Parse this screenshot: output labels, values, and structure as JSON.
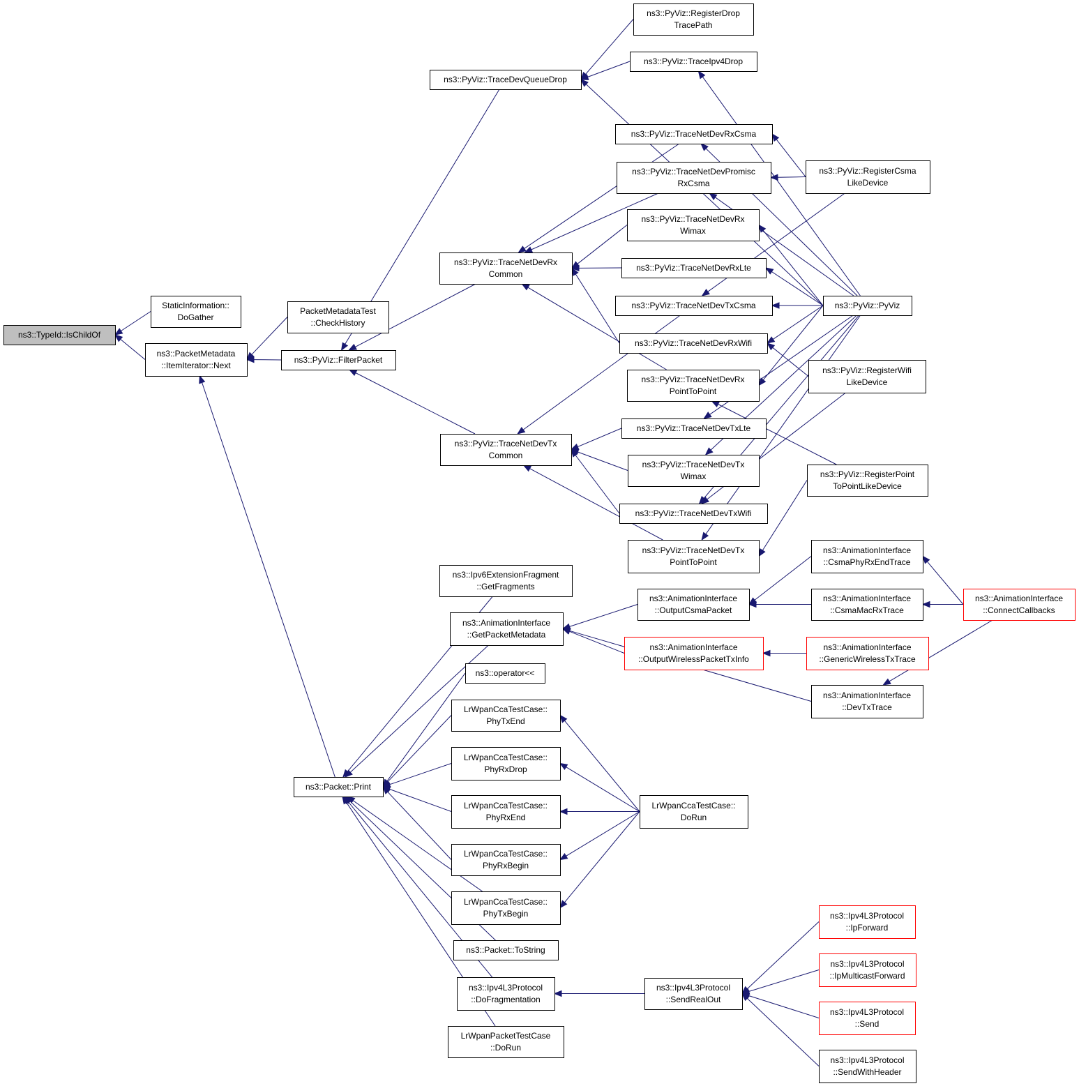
{
  "colors": {
    "edge": "#191970",
    "border": "#000000",
    "truncated_border": "#ff0000",
    "root_fill": "#bfbfbf",
    "node_fill": "#ffffff"
  },
  "nodes": [
    {
      "id": "isChildOf",
      "lines": [
        "ns3::TypeId::IsChildOf"
      ],
      "root": true
    },
    {
      "id": "doGather",
      "lines": [
        "StaticInformation::",
        "DoGather"
      ]
    },
    {
      "id": "next",
      "lines": [
        "ns3::PacketMetadata",
        "::ItemIterator::Next"
      ]
    },
    {
      "id": "checkHistory",
      "lines": [
        "PacketMetadataTest",
        "::CheckHistory"
      ]
    },
    {
      "id": "filterPacket",
      "lines": [
        "ns3::PyViz::FilterPacket"
      ]
    },
    {
      "id": "traceDevQueueDrop",
      "lines": [
        "ns3::PyViz::TraceDevQueueDrop"
      ]
    },
    {
      "id": "registerDropTracePath",
      "lines": [
        "ns3::PyViz::RegisterDrop",
        "TracePath"
      ]
    },
    {
      "id": "traceIpv4Drop",
      "lines": [
        "ns3::PyViz::TraceIpv4Drop"
      ]
    },
    {
      "id": "rxCommon",
      "lines": [
        "ns3::PyViz::TraceNetDevRx",
        "Common"
      ]
    },
    {
      "id": "txCommon",
      "lines": [
        "ns3::PyViz::TraceNetDevTx",
        "Common"
      ]
    },
    {
      "id": "rxCsma",
      "lines": [
        "ns3::PyViz::TraceNetDevRxCsma"
      ]
    },
    {
      "id": "promiscRxCsma",
      "lines": [
        "ns3::PyViz::TraceNetDevPromisc",
        "RxCsma"
      ]
    },
    {
      "id": "rxWimax",
      "lines": [
        "ns3::PyViz::TraceNetDevRx",
        "Wimax"
      ]
    },
    {
      "id": "rxLte",
      "lines": [
        "ns3::PyViz::TraceNetDevRxLte"
      ]
    },
    {
      "id": "txCsma",
      "lines": [
        "ns3::PyViz::TraceNetDevTxCsma"
      ]
    },
    {
      "id": "rxWifi",
      "lines": [
        "ns3::PyViz::TraceNetDevRxWifi"
      ]
    },
    {
      "id": "rxP2P",
      "lines": [
        "ns3::PyViz::TraceNetDevRx",
        "PointToPoint"
      ]
    },
    {
      "id": "txLte",
      "lines": [
        "ns3::PyViz::TraceNetDevTxLte"
      ]
    },
    {
      "id": "txWimax",
      "lines": [
        "ns3::PyViz::TraceNetDevTx",
        "Wimax"
      ]
    },
    {
      "id": "txWifi",
      "lines": [
        "ns3::PyViz::TraceNetDevTxWifi"
      ]
    },
    {
      "id": "txP2P",
      "lines": [
        "ns3::PyViz::TraceNetDevTx",
        "PointToPoint"
      ]
    },
    {
      "id": "registerCsma",
      "lines": [
        "ns3::PyViz::RegisterCsma",
        "LikeDevice"
      ]
    },
    {
      "id": "pyViz",
      "lines": [
        "ns3::PyViz::PyViz"
      ]
    },
    {
      "id": "registerWifi",
      "lines": [
        "ns3::PyViz::RegisterWifi",
        "LikeDevice"
      ]
    },
    {
      "id": "registerP2P",
      "lines": [
        "ns3::PyViz::RegisterPoint",
        "ToPointLikeDevice"
      ]
    },
    {
      "id": "getFragments",
      "lines": [
        "ns3::Ipv6ExtensionFragment",
        "::GetFragments"
      ]
    },
    {
      "id": "getPacketMetadata",
      "lines": [
        "ns3::AnimationInterface",
        "::GetPacketMetadata"
      ]
    },
    {
      "id": "operatorLL",
      "lines": [
        "ns3::operator<<"
      ]
    },
    {
      "id": "phyTxEnd",
      "lines": [
        "LrWpanCcaTestCase::",
        "PhyTxEnd"
      ]
    },
    {
      "id": "phyRxDrop",
      "lines": [
        "LrWpanCcaTestCase::",
        "PhyRxDrop"
      ]
    },
    {
      "id": "phyRxEnd",
      "lines": [
        "LrWpanCcaTestCase::",
        "PhyRxEnd"
      ]
    },
    {
      "id": "phyRxBegin",
      "lines": [
        "LrWpanCcaTestCase::",
        "PhyRxBegin"
      ]
    },
    {
      "id": "phyTxBegin",
      "lines": [
        "LrWpanCcaTestCase::",
        "PhyTxBegin"
      ]
    },
    {
      "id": "toString",
      "lines": [
        "ns3::Packet::ToString"
      ]
    },
    {
      "id": "doFragmentation",
      "lines": [
        "ns3::Ipv4L3Protocol",
        "::DoFragmentation"
      ]
    },
    {
      "id": "lrWpanPacketDoRun",
      "lines": [
        "LrWpanPacketTestCase",
        "::DoRun"
      ]
    },
    {
      "id": "packetPrint",
      "lines": [
        "ns3::Packet::Print"
      ]
    },
    {
      "id": "outputCsmaPacket",
      "lines": [
        "ns3::AnimationInterface",
        "::OutputCsmaPacket"
      ]
    },
    {
      "id": "outputWirelessPacketTxInfo",
      "lines": [
        "ns3::AnimationInterface",
        "::OutputWirelessPacketTxInfo"
      ],
      "truncated": true
    },
    {
      "id": "csmaPhyRxEndTrace",
      "lines": [
        "ns3::AnimationInterface",
        "::CsmaPhyRxEndTrace"
      ]
    },
    {
      "id": "csmaMacRxTrace",
      "lines": [
        "ns3::AnimationInterface",
        "::CsmaMacRxTrace"
      ]
    },
    {
      "id": "genericWirelessTxTrace",
      "lines": [
        "ns3::AnimationInterface",
        "::GenericWirelessTxTrace"
      ],
      "truncated": true
    },
    {
      "id": "devTxTrace",
      "lines": [
        "ns3::AnimationInterface",
        "::DevTxTrace"
      ]
    },
    {
      "id": "connectCallbacks",
      "lines": [
        "ns3::AnimationInterface",
        "::ConnectCallbacks"
      ],
      "truncated": true
    },
    {
      "id": "lrWpanCcaDoRun",
      "lines": [
        "LrWpanCcaTestCase::",
        "DoRun"
      ]
    },
    {
      "id": "sendRealOut",
      "lines": [
        "ns3::Ipv4L3Protocol",
        "::SendRealOut"
      ]
    },
    {
      "id": "ipForward",
      "lines": [
        "ns3::Ipv4L3Protocol",
        "::IpForward"
      ],
      "truncated": true
    },
    {
      "id": "ipMulticastForward",
      "lines": [
        "ns3::Ipv4L3Protocol",
        "::IpMulticastForward"
      ],
      "truncated": true
    },
    {
      "id": "send",
      "lines": [
        "ns3::Ipv4L3Protocol",
        "::Send"
      ],
      "truncated": true
    },
    {
      "id": "sendWithHeader",
      "lines": [
        "ns3::Ipv4L3Protocol",
        "::SendWithHeader"
      ]
    }
  ],
  "edges": [
    [
      "doGather",
      "isChildOf"
    ],
    [
      "next",
      "isChildOf"
    ],
    [
      "checkHistory",
      "next"
    ],
    [
      "filterPacket",
      "next"
    ],
    [
      "packetPrint",
      "next"
    ],
    [
      "traceDevQueueDrop",
      "filterPacket"
    ],
    [
      "rxCommon",
      "filterPacket"
    ],
    [
      "txCommon",
      "filterPacket"
    ],
    [
      "registerDropTracePath",
      "traceDevQueueDrop"
    ],
    [
      "traceIpv4Drop",
      "traceDevQueueDrop"
    ],
    [
      "pyViz",
      "traceDevQueueDrop"
    ],
    [
      "pyViz",
      "traceIpv4Drop"
    ],
    [
      "rxCsma",
      "rxCommon"
    ],
    [
      "promiscRxCsma",
      "rxCommon"
    ],
    [
      "rxWimax",
      "rxCommon"
    ],
    [
      "rxLte",
      "rxCommon"
    ],
    [
      "rxWifi",
      "rxCommon"
    ],
    [
      "rxP2P",
      "rxCommon"
    ],
    [
      "txCsma",
      "txCommon"
    ],
    [
      "txLte",
      "txCommon"
    ],
    [
      "txWimax",
      "txCommon"
    ],
    [
      "txWifi",
      "txCommon"
    ],
    [
      "txP2P",
      "txCommon"
    ],
    [
      "registerCsma",
      "rxCsma"
    ],
    [
      "pyViz",
      "rxCsma"
    ],
    [
      "registerCsma",
      "promiscRxCsma"
    ],
    [
      "pyViz",
      "promiscRxCsma"
    ],
    [
      "pyViz",
      "rxWimax"
    ],
    [
      "pyViz",
      "rxLte"
    ],
    [
      "registerCsma",
      "txCsma"
    ],
    [
      "pyViz",
      "txCsma"
    ],
    [
      "registerWifi",
      "rxWifi"
    ],
    [
      "pyViz",
      "rxWifi"
    ],
    [
      "registerP2P",
      "rxP2P"
    ],
    [
      "pyViz",
      "rxP2P"
    ],
    [
      "pyViz",
      "txLte"
    ],
    [
      "pyViz",
      "txWimax"
    ],
    [
      "registerWifi",
      "txWifi"
    ],
    [
      "pyViz",
      "txWifi"
    ],
    [
      "registerP2P",
      "txP2P"
    ],
    [
      "pyViz",
      "txP2P"
    ],
    [
      "getFragments",
      "packetPrint"
    ],
    [
      "getPacketMetadata",
      "packetPrint"
    ],
    [
      "operatorLL",
      "packetPrint"
    ],
    [
      "phyTxEnd",
      "packetPrint"
    ],
    [
      "phyRxDrop",
      "packetPrint"
    ],
    [
      "phyRxEnd",
      "packetPrint"
    ],
    [
      "phyRxBegin",
      "packetPrint"
    ],
    [
      "phyTxBegin",
      "packetPrint"
    ],
    [
      "toString",
      "packetPrint"
    ],
    [
      "doFragmentation",
      "packetPrint"
    ],
    [
      "lrWpanPacketDoRun",
      "packetPrint"
    ],
    [
      "outputCsmaPacket",
      "getPacketMetadata"
    ],
    [
      "outputWirelessPacketTxInfo",
      "getPacketMetadata"
    ],
    [
      "devTxTrace",
      "getPacketMetadata"
    ],
    [
      "csmaPhyRxEndTrace",
      "outputCsmaPacket"
    ],
    [
      "csmaMacRxTrace",
      "outputCsmaPacket"
    ],
    [
      "genericWirelessTxTrace",
      "outputWirelessPacketTxInfo"
    ],
    [
      "connectCallbacks",
      "csmaPhyRxEndTrace"
    ],
    [
      "connectCallbacks",
      "csmaMacRxTrace"
    ],
    [
      "connectCallbacks",
      "devTxTrace"
    ],
    [
      "lrWpanCcaDoRun",
      "phyTxEnd"
    ],
    [
      "lrWpanCcaDoRun",
      "phyRxDrop"
    ],
    [
      "lrWpanCcaDoRun",
      "phyRxEnd"
    ],
    [
      "lrWpanCcaDoRun",
      "phyRxBegin"
    ],
    [
      "lrWpanCcaDoRun",
      "phyTxBegin"
    ],
    [
      "sendRealOut",
      "doFragmentation"
    ],
    [
      "ipForward",
      "sendRealOut"
    ],
    [
      "ipMulticastForward",
      "sendRealOut"
    ],
    [
      "send",
      "sendRealOut"
    ],
    [
      "sendWithHeader",
      "sendRealOut"
    ]
  ]
}
